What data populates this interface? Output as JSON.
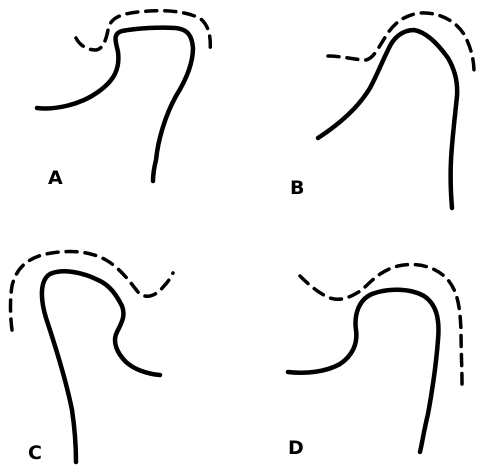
{
  "panels": [
    {
      "label": "A"
    },
    {
      "label": "B"
    },
    {
      "label": "C"
    },
    {
      "label": "D"
    }
  ],
  "colors": {
    "outline": "#000000",
    "background": "#ffffff"
  }
}
